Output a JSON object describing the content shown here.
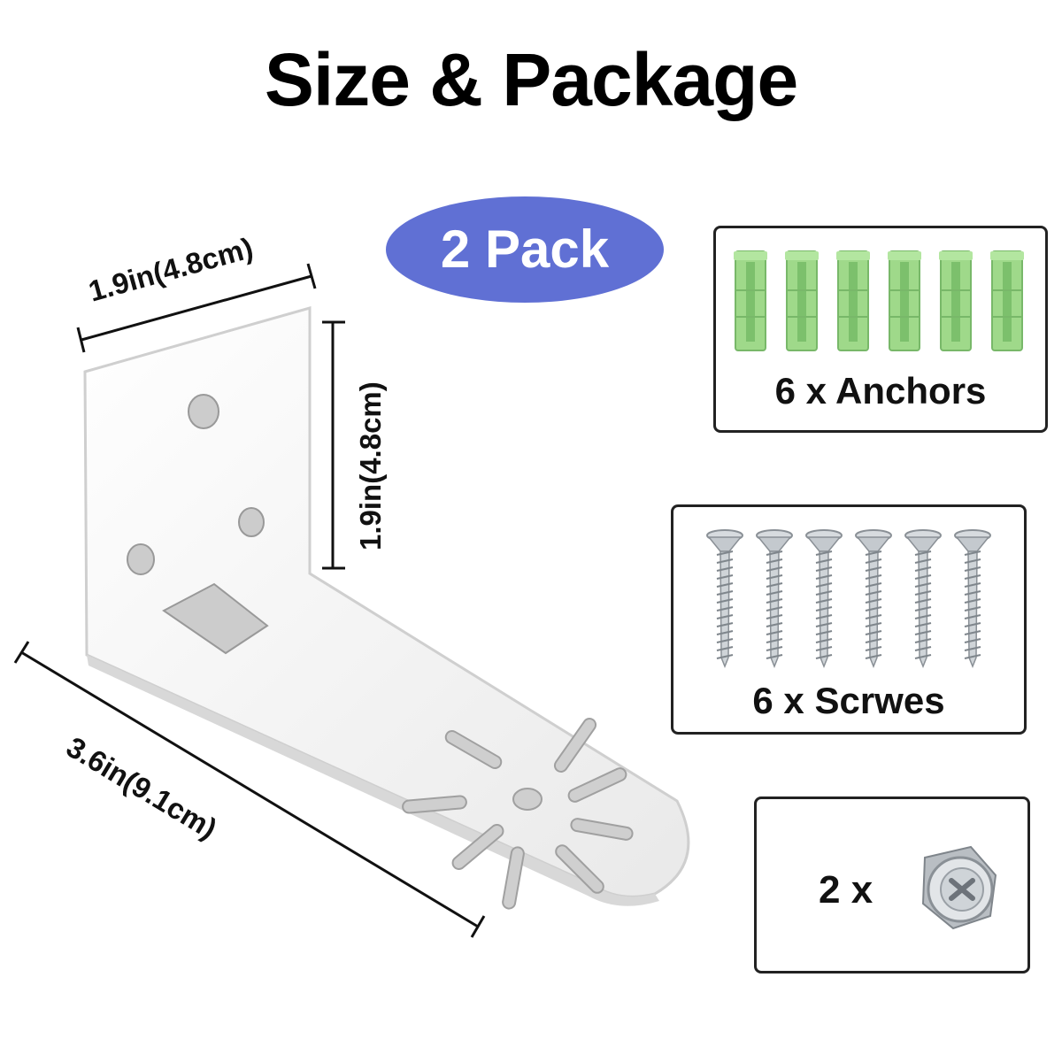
{
  "title": "Size & Package",
  "pack_badge": "2 Pack",
  "dimensions": {
    "top_width": "1.9in(4.8cm)",
    "height": "1.9in(4.8cm)",
    "length": "3.6in(9.1cm)"
  },
  "package": {
    "anchors": {
      "label": "6 x Anchors",
      "count": 6
    },
    "screws": {
      "label": "6 x Scrwes",
      "count": 6
    },
    "bolts": {
      "label": "2 x",
      "count": 2
    }
  },
  "colors": {
    "badge": "#6070d4",
    "anchor_green": "#9fd98a",
    "bracket": "#f6f6f6"
  },
  "icons": [
    "bracket-illustration",
    "anchor-icon",
    "screw-icon",
    "bolt-icon"
  ]
}
